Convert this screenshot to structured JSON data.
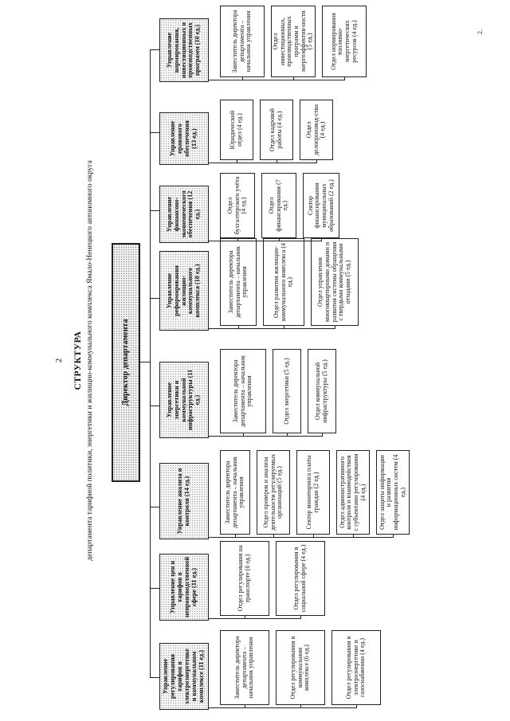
{
  "page_number": "2",
  "title": "СТРУКТУРА",
  "subtitle": "департамента тарифной политики, энергетики и жилищно-коммунального комплекса Ямало-Ненецкого автономного округа",
  "corner_mark": "2.",
  "director": "Директор департамента",
  "departments": [
    {
      "head": "Управление регулирования тарифов в электроэнергетике и коммунальном комплексе (11 ед.)",
      "units": [
        "Заместитель директора департамента – начальник управления",
        "Отдел регулирования в коммунальном комплексе (6 ед.)",
        "Отдел регулирования в электроэнергетике и газоснабжении (4 ед.)"
      ]
    },
    {
      "head": "Управление цен и тарифов в непроизводственной сфере (11 ед.)",
      "units": [
        "Отдел регулирования на транспорте (6 ед.)",
        "Отдел регулирования в социальной сфере (4 ед.)"
      ]
    },
    {
      "head": "Управление анализа и контроля (14 ед.)",
      "units": [
        "Заместитель директора департамента – начальник управления",
        "Отдел проверок и анализа деятельности регулируемых организаций (5 ед.)",
        "Сектор мониторинга платы граждан (2 ед.)",
        "Отдел административного контроля и взаимодействия с субъектами регулирования (4 ед.)",
        "Отдел защиты информации и развития информационных систем (4 ед.)"
      ]
    },
    {
      "head": "Управление энергетики и коммунальной инфраструктуры (11 ед.)",
      "units": [
        "Заместитель директора департамента – начальник управления",
        "Отдел энергетики (5 ед.)",
        "Отдел коммунальной инфраструктуры (5 ед.)"
      ]
    },
    {
      "head": "Управление реформирования жилищно-коммунального комплекса (10 ед.)",
      "units": [
        "Заместитель директора департамента – начальник управления",
        "Отдел развития жилищно-коммунального комплекса (4 ед.)",
        "Отдел управления многоквартирными домами и развития системы обращения с твердыми коммунальными отходами (5 ед.)"
      ]
    },
    {
      "head": "Управление финансово-экономического обеспечения (12 ед.)",
      "units": [
        "Отдел бухгалтерского учёта (4 ед.)",
        "Отдел финансирования (7 ед.)",
        "Сектор финансирования муниципальных образований (2 ед.)"
      ]
    },
    {
      "head": "Управление правового обеспечения (13 ед.)",
      "units": [
        "Юридический отдел (4 ед.)",
        "Отдел кадровой работы (4 ед.)",
        "Отдел делопроизвод-ства (4 ед.)"
      ]
    },
    {
      "head": "Управление нормирования, инвестиционных и производственных программ (10 ед.)",
      "units": [
        "Заместитель директора департамента – начальник управления",
        "Отдел инвестиционных, производственных программ и энергоэффектив-ности (5 ед.)",
        "Отдел нормирования топливно-энергетических ресурсов (4 ед.)"
      ]
    }
  ]
}
